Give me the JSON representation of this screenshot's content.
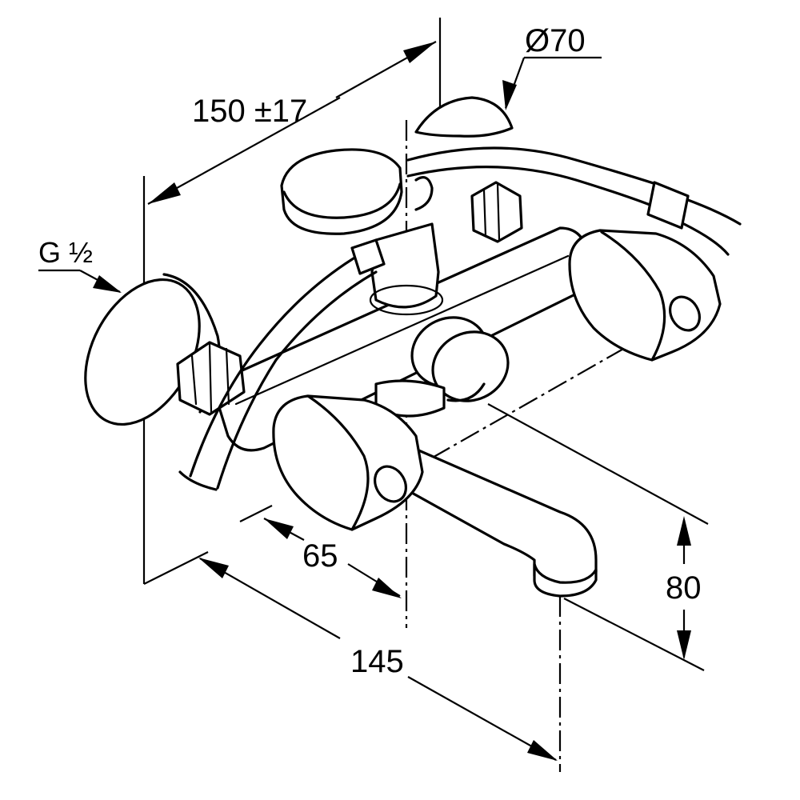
{
  "dimensions": {
    "spread": "150 ±17",
    "handle_diameter": "Ø70",
    "thread": "G ½",
    "outlet_offset": "65",
    "projection": "145",
    "height": "80"
  }
}
